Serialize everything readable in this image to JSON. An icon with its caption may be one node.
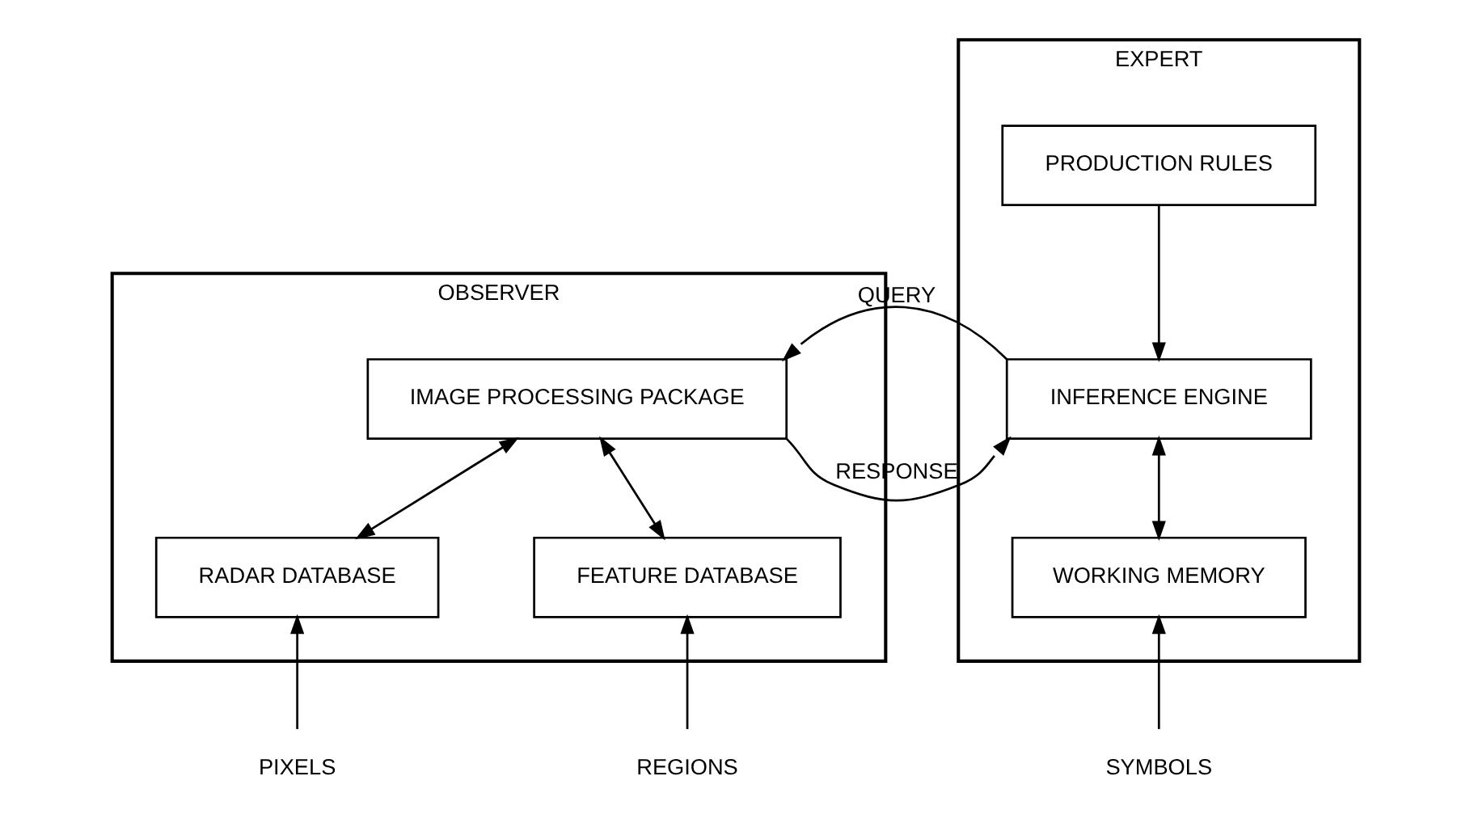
{
  "diagram": {
    "nodes": [
      {
        "text": [
          "OBSERVER"
        ]
      },
      {
        "text": [
          "IMAGE PROCESSING PACKAGE"
        ],
        "in": 0
      },
      {
        "text": [
          "RADAR DATABASE"
        ],
        "in": 0
      },
      {
        "text": [
          "FEATURE DATABASE"
        ],
        "in": 0
      },
      {
        "text": [
          "EXPERT"
        ]
      },
      {
        "text": [
          "PRODUCTION RULES"
        ],
        "in": 4
      },
      {
        "text": [
          "INFERENCE ENGINE"
        ],
        "in": 4
      },
      {
        "text": [
          "WORKING MEMORY"
        ],
        "in": 4
      },
      {
        "text": [
          "PIXELS"
        ]
      },
      {
        "text": [
          "REGIONS"
        ]
      },
      {
        "text": [
          "SYMBOLS"
        ]
      }
    ],
    "edges": [
      {
        "from": 6,
        "to": 1,
        "arrow": "to",
        "label": "QUERY"
      },
      {
        "from": 1,
        "to": 6,
        "arrow": "to",
        "label": "RESPONSE"
      },
      {
        "from": 1,
        "to": 2,
        "arrow": "both"
      },
      {
        "from": 1,
        "to": 3,
        "arrow": "both"
      },
      {
        "from": 5,
        "to": 6,
        "arrow": "to"
      },
      {
        "from": 6,
        "to": 7,
        "arrow": "both"
      },
      {
        "from": 8,
        "to": 2,
        "arrow": "to"
      },
      {
        "from": 9,
        "to": 3,
        "arrow": "to"
      },
      {
        "from": 10,
        "to": 7,
        "arrow": "to"
      }
    ]
  }
}
